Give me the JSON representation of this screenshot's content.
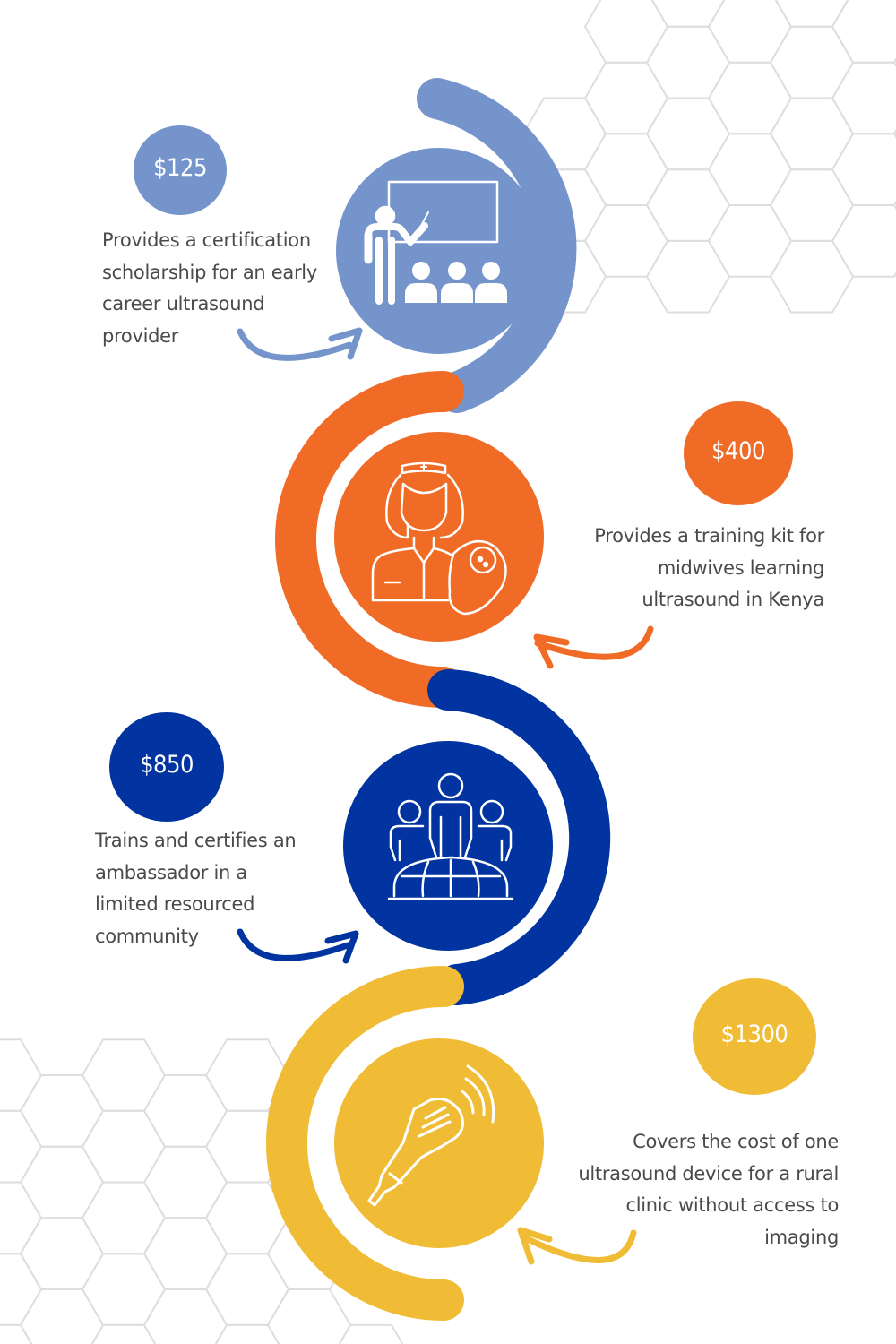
{
  "colors": {
    "blue_light": "#7494cb",
    "orange": "#f06b26",
    "navy": "#0134a0",
    "yellow": "#f0bc36",
    "text": "#4a4a4a",
    "hexagon": "#dedede"
  },
  "tiers": [
    {
      "amount": "$125",
      "color": "#7494cb",
      "icon": "teacher-classroom-icon",
      "lines": [
        "Provides a certification",
        "scholarship for an early",
        "career ultrasound",
        "provider"
      ]
    },
    {
      "amount": "$400",
      "color": "#f06b26",
      "icon": "nurse-with-baby-icon",
      "lines": [
        "Provides a training kit for",
        "midwives learning",
        "ultrasound in Kenya"
      ]
    },
    {
      "amount": "$850",
      "color": "#0134a0",
      "icon": "global-community-icon",
      "lines": [
        "Trains and certifies an",
        "ambassador in a",
        "limited resourced",
        "community"
      ]
    },
    {
      "amount": "$1300",
      "color": "#f0bc36",
      "icon": "ultrasound-probe-icon",
      "lines": [
        "Covers the cost of one",
        "ultrasound device for a rural",
        "clinic without access to",
        "imaging"
      ]
    }
  ]
}
